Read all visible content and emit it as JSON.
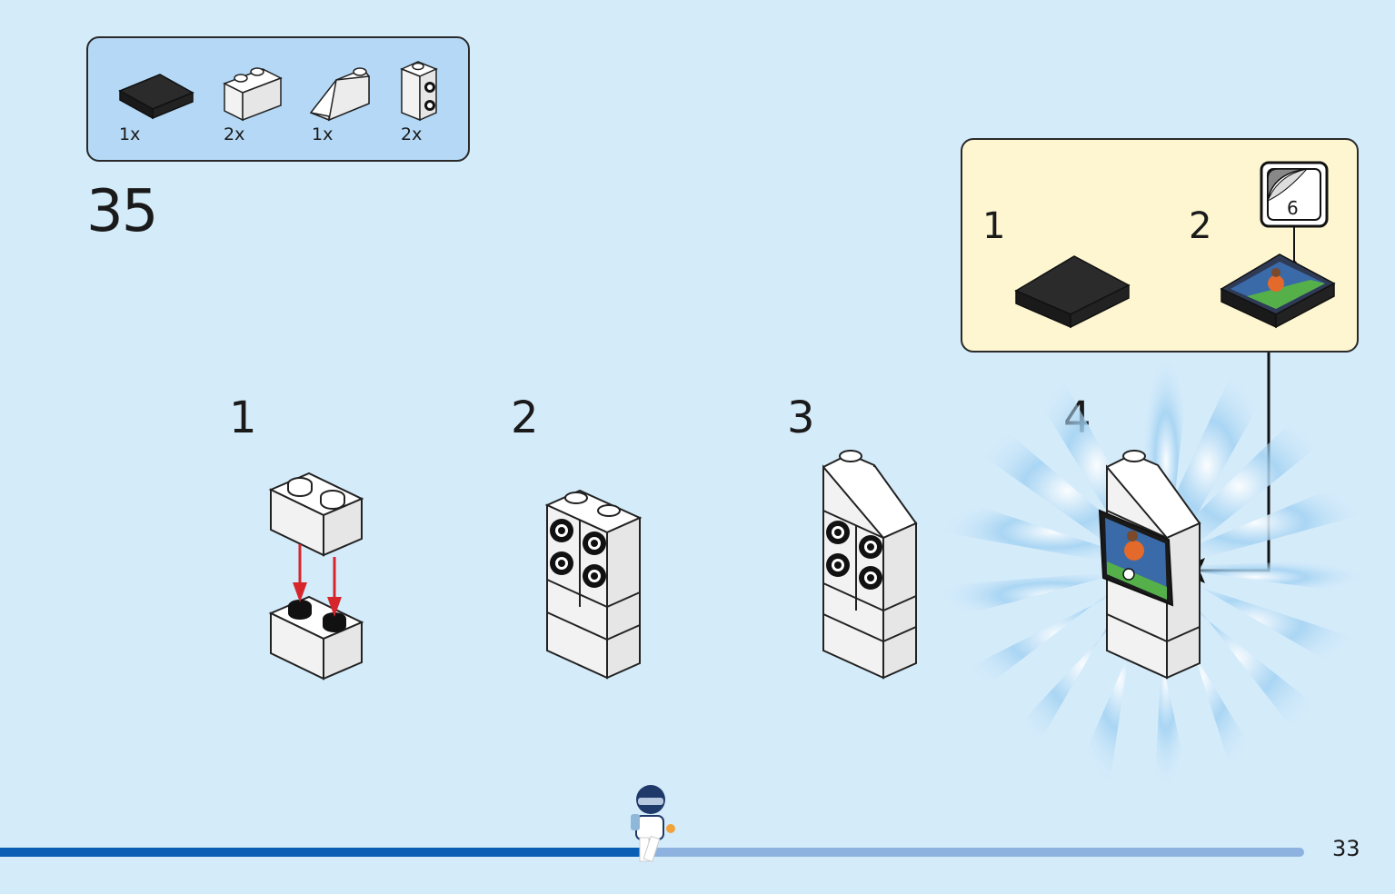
{
  "parts_list": {
    "items": [
      {
        "qty": "1x",
        "icon": "black-tile-2x2-icon"
      },
      {
        "qty": "2x",
        "icon": "white-brick-1x2-icon"
      },
      {
        "qty": "1x",
        "icon": "white-slope-1x2-icon"
      },
      {
        "qty": "2x",
        "icon": "white-brick-1x1-side-studs-icon"
      }
    ]
  },
  "step": {
    "number": "35",
    "sub_steps": [
      "1",
      "2",
      "3",
      "4"
    ]
  },
  "callout": {
    "steps": [
      "1",
      "2"
    ],
    "sticker_number": "6"
  },
  "page_number": "33",
  "colors": {
    "background": "#d4ebfa",
    "parts_box": "#b4d8f5",
    "callout_box": "#fdf6d0",
    "arrow_red": "#d6262c",
    "progress_done": "#0a5fb4",
    "progress_remaining": "#8eb2e0"
  },
  "progress": {
    "fraction": 0.5
  }
}
